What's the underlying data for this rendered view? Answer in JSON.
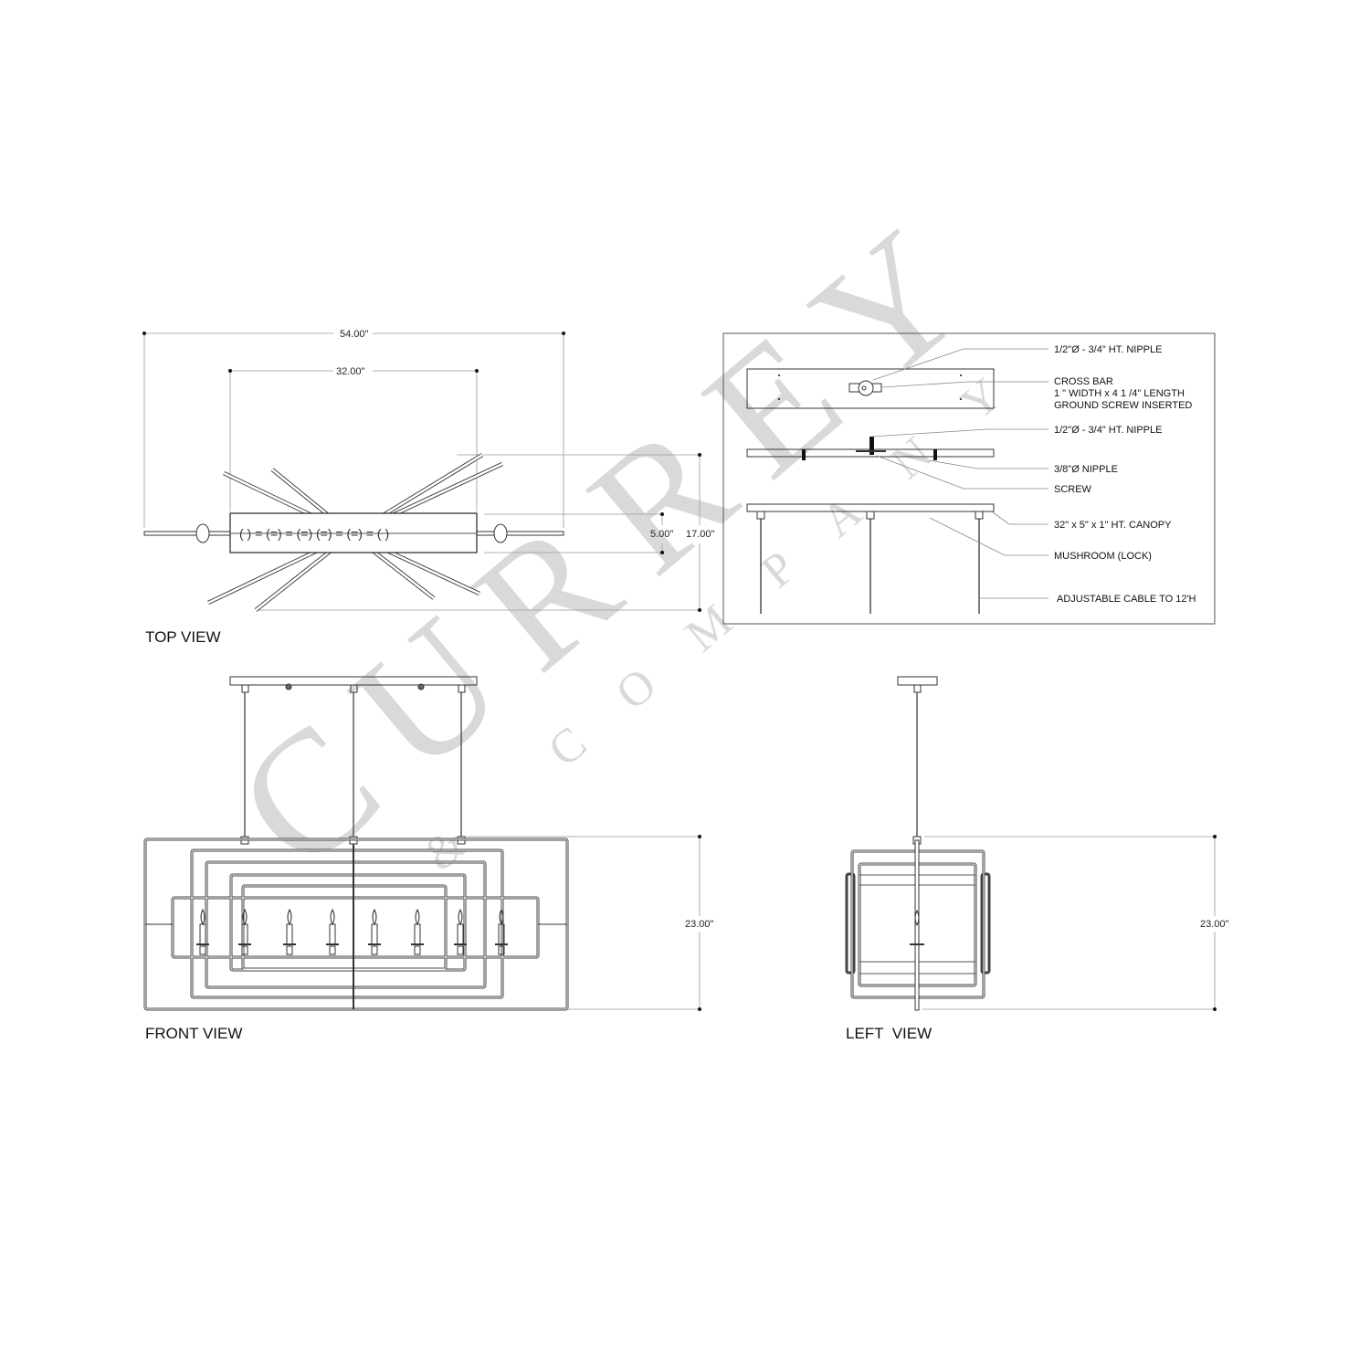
{
  "drawing": {
    "watermark": {
      "main": "CURREY",
      "sub": "& COMPANY",
      "color": "#d9d9d9"
    },
    "top_view": {
      "label": "TOP VIEW",
      "dimensions": {
        "overall_width": "54.00\"",
        "canopy_width": "32.00\"",
        "canopy_depth": "5.00\"",
        "overall_depth": "17.00\""
      }
    },
    "detail_box": {
      "callouts": [
        "1/2\"Ø - 3/4\" HT. NIPPLE",
        "CROSS BAR",
        "1 \" WIDTH x 4 1 /4\" LENGTH",
        "GROUND SCREW INSERTED",
        "1/2\"Ø - 3/4\" HT. NIPPLE",
        "3/8\"Ø NIPPLE",
        "SCREW",
        "32\" x 5\" x 1\" HT. CANOPY",
        "MUSHROOM (LOCK)",
        "ADJUSTABLE CABLE TO 12'H"
      ]
    },
    "front_view": {
      "label": "FRONT VIEW",
      "height": "23.00\"",
      "candles": 8
    },
    "left_view": {
      "label": "LEFT  VIEW",
      "height": "23.00\""
    }
  }
}
